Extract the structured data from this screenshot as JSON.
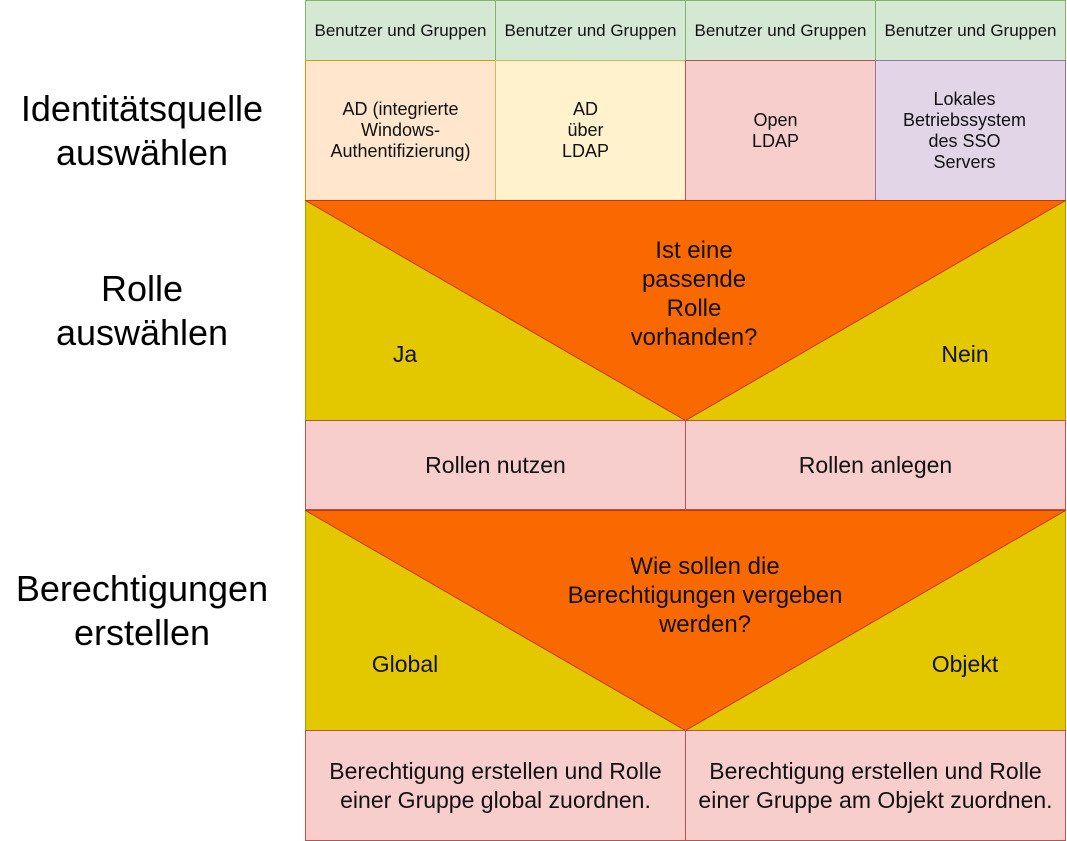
{
  "steps": {
    "identity": "Identitätsquelle\nauswählen",
    "role": "Rolle\nauswählen",
    "permissions": "Berechtigungen\nerstellen"
  },
  "columns": [
    {
      "header": "Benutzer und Gruppen",
      "source": "AD (integrierte\nWindows-\nAuthentifizierung)",
      "fill": "#ffe6cc",
      "stroke": "#d79b00"
    },
    {
      "header": "Benutzer und Gruppen",
      "source": "AD\nüber\nLDAP",
      "fill": "#fff2cc",
      "stroke": "#d6b656"
    },
    {
      "header": "Benutzer und Gruppen",
      "source": "Open\nLDAP",
      "fill": "#f8cecc",
      "stroke": "#b85450"
    },
    {
      "header": "Benutzer und Gruppen",
      "source": "Lokales\nBetriebssystem\ndes SSO\nServers",
      "fill": "#e1d5e7",
      "stroke": "#9673a6"
    }
  ],
  "role_decision": {
    "question": "Ist eine\npassende\nRolle\nvorhanden?",
    "yes": "Ja",
    "no": "Nein",
    "yes_result": "Rollen nutzen",
    "no_result": "Rollen anlegen"
  },
  "permission_decision": {
    "question": "Wie sollen die\nBerechtigungen vergeben\nwerden?",
    "left": "Global",
    "right": "Objekt",
    "left_result": "Berechtigung erstellen und Rolle\neiner Gruppe global zuordnen.",
    "right_result": "Berechtigung erstellen und Rolle\neiner Gruppe am Objekt zuordnen."
  },
  "colors": {
    "triangle_fill": "#fa6800",
    "triangle_stroke": "#c73500",
    "side_fill": "#e3c800",
    "side_stroke": "#b09500",
    "header_fill": "#d5e8d4",
    "result_fill": "#f8cecc"
  }
}
